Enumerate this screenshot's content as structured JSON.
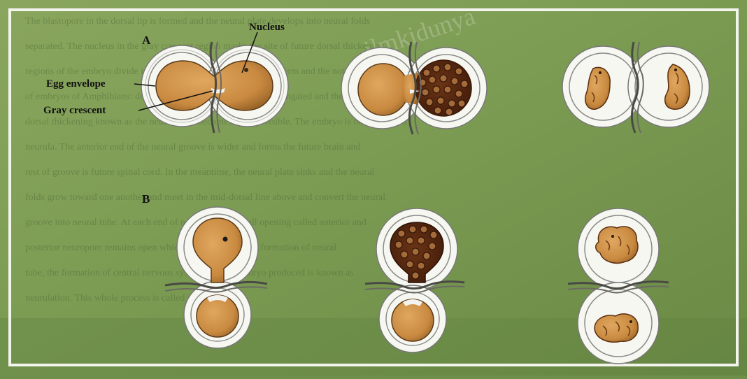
{
  "labels": {
    "panel_a": "A",
    "panel_b": "B",
    "nucleus": "Nucleus",
    "egg_envelope": "Egg envelope",
    "gray_crescent": "Gray crescent"
  },
  "watermark": "ilmkidunya",
  "faint_text": [
    "The blastopore in the dorsal lip is formed and the neural plate develops into neural folds",
    "separated. The nucleus in the gray crescent region marks the site of future dorsal thickening",
    "regions of the embryo divide into ectoderm, mesoderm and endoderm and the notochord",
    "of embryos of Amphibians: development, the embryo becomes elongated and the neural",
    "dorsal thickening known as the neural plate becomes clearly visible. The embryo is now termed a",
    "neurula. The anterior end of the neural groove is wider and forms the future brain and",
    "rest of groove is future spinal cord. In the meantime, the neural plate sinks and the neural",
    "folds grow toward one another and meet in the mid-dorsal line above and convert the neural",
    "groove into neural tube. At each end of neural tube, a small opening called anterior and",
    "posterior neuropore remains open which close later on. The formation of neural",
    "tube, the formation of central nervous system and the embryo produced is known as",
    "neurulation. This whole process is called neurulation."
  ]
}
